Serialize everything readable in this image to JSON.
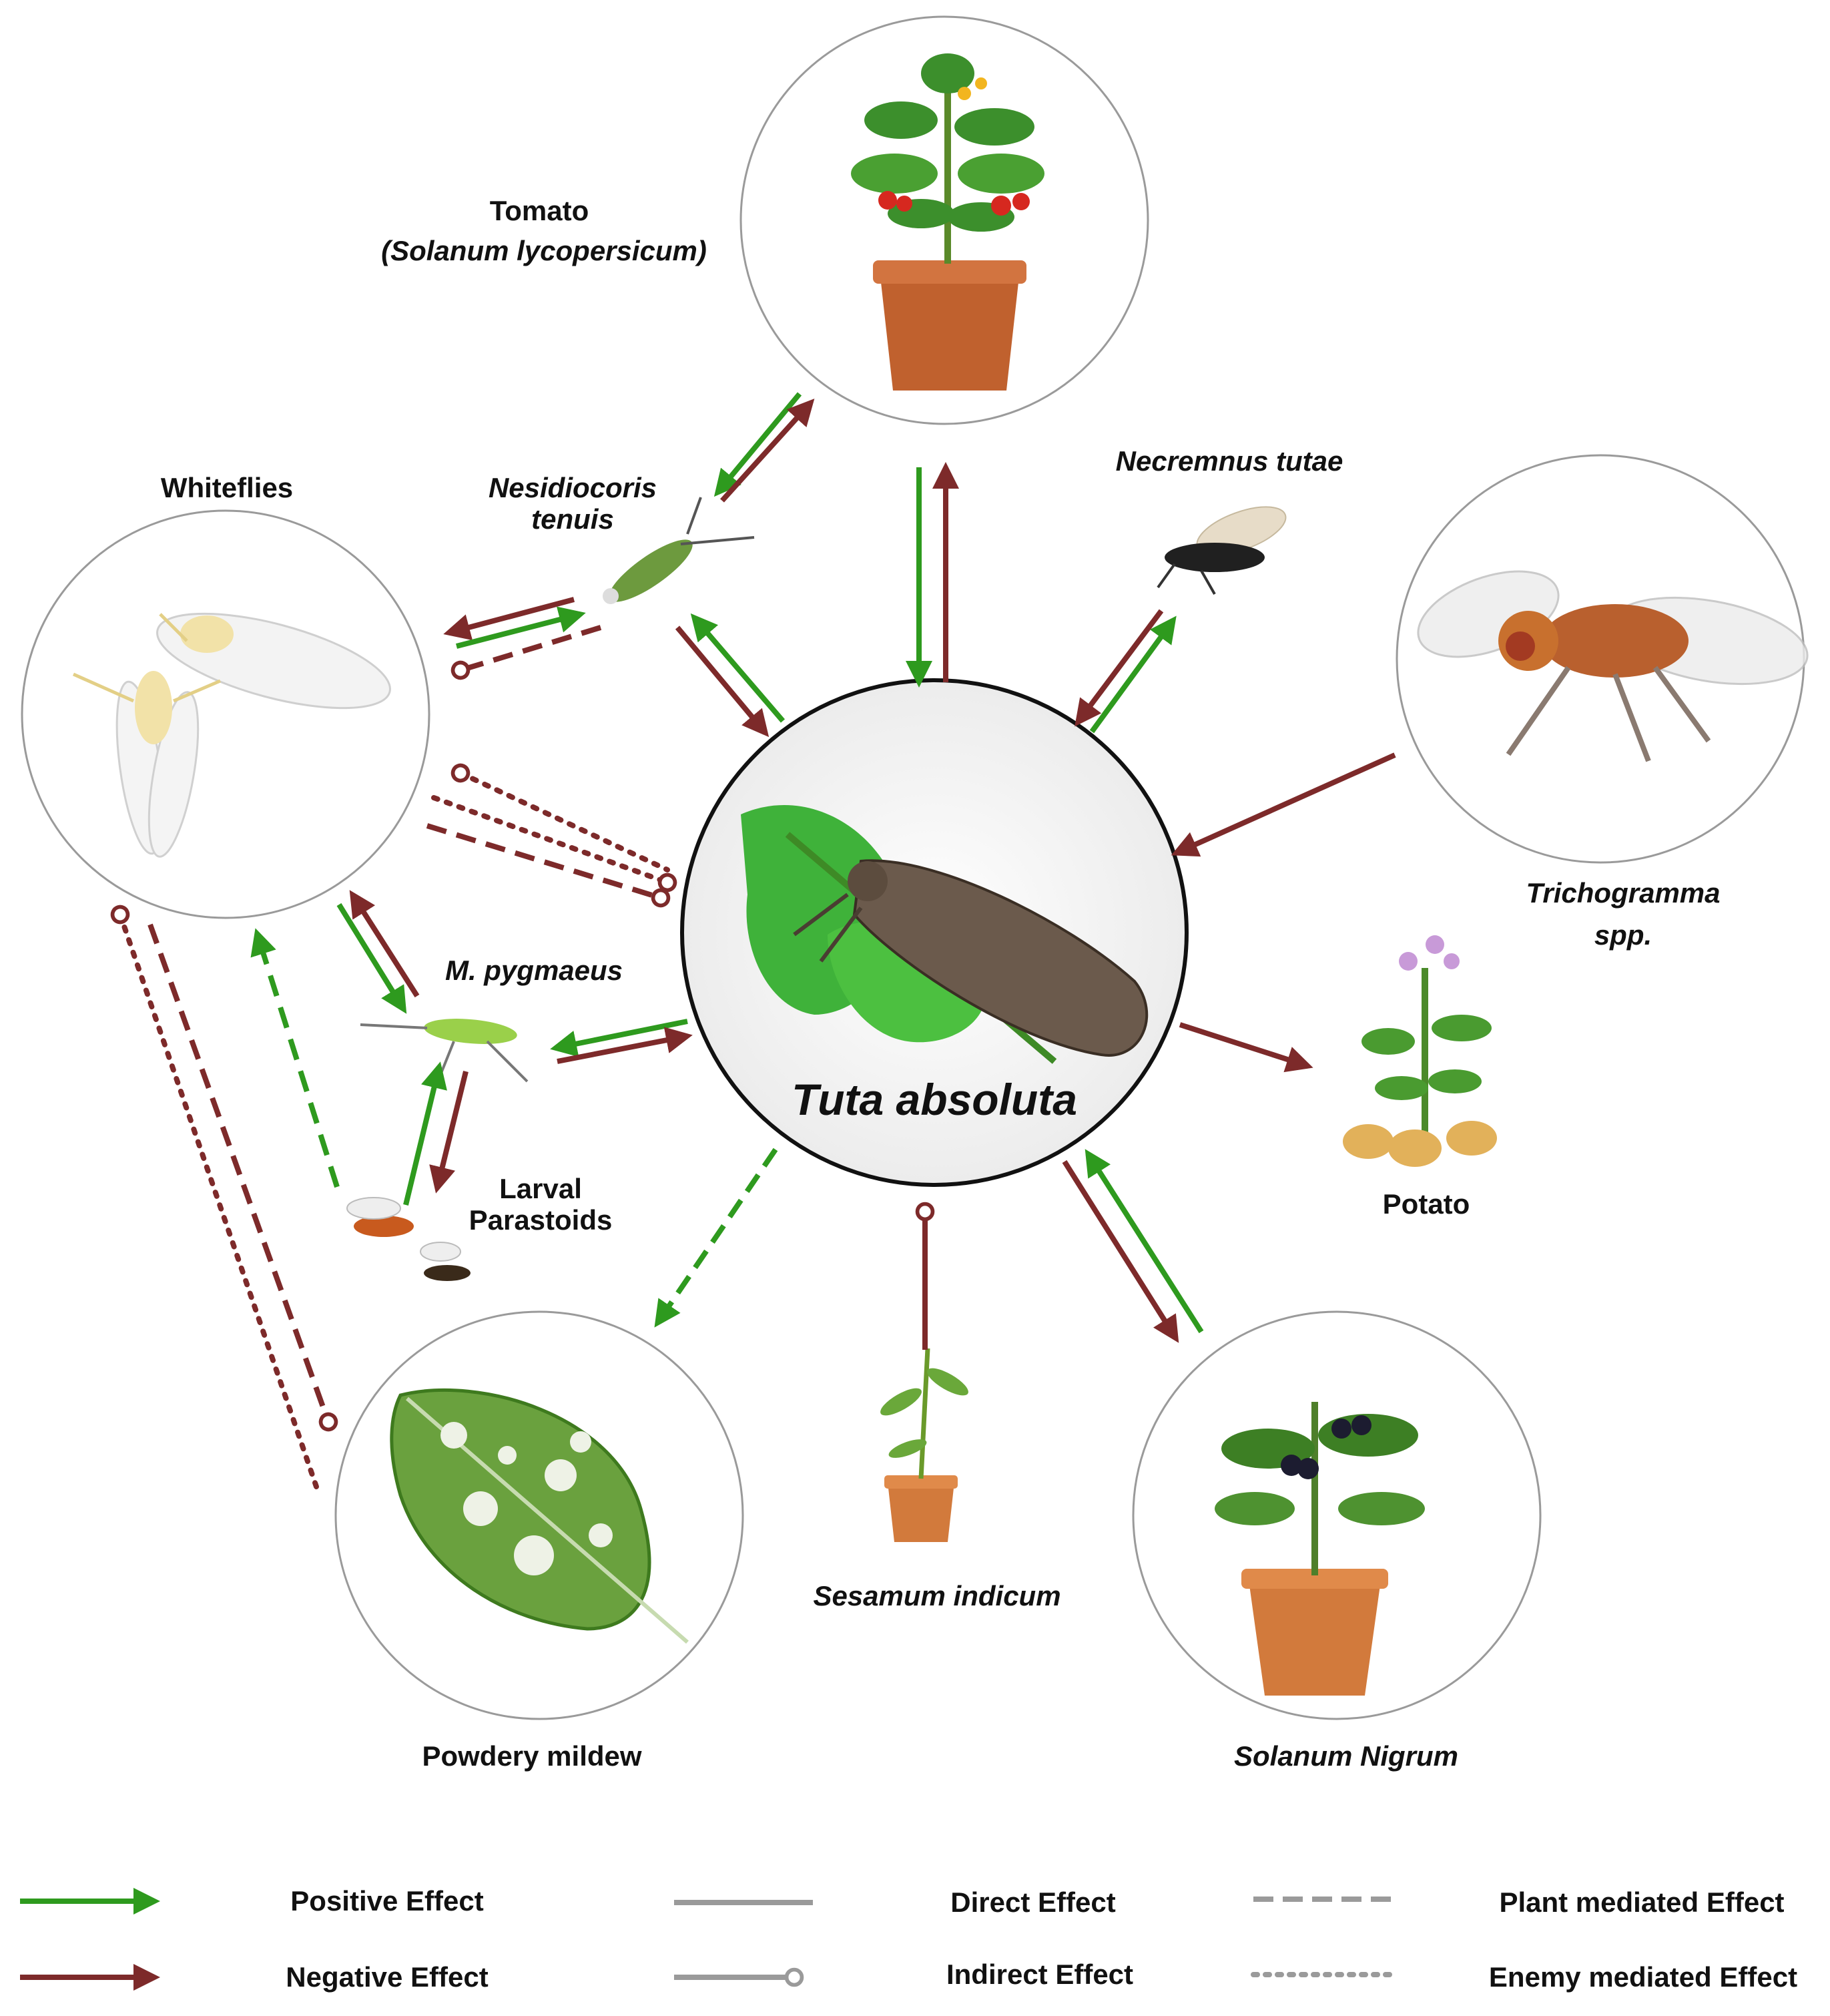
{
  "center": {
    "label": "Tuta absoluta"
  },
  "nodes": {
    "tomato": {
      "label_line1": "Tomato",
      "label_line2": "(Solanum lycopersicum)"
    },
    "whiteflies": {
      "label": "Whiteflies"
    },
    "nesidiocoris": {
      "label_line1": "Nesidiocoris",
      "label_line2": "tenuis"
    },
    "necremnus": {
      "label": "Necremnus tutae"
    },
    "trichogramma": {
      "label_line1": "Trichogramma",
      "label_line2": "spp."
    },
    "pygmaeus": {
      "label": "M. pygmaeus"
    },
    "larval": {
      "label_line1": "Larval",
      "label_line2": "Parastoids"
    },
    "potato": {
      "label": "Potato"
    },
    "sesamum": {
      "label": "Sesamum indicum"
    },
    "powdery": {
      "label": "Powdery mildew"
    },
    "nigrum": {
      "label": "Solanum Nigrum"
    }
  },
  "legend": {
    "positive": "Positive Effect",
    "negative": "Negative Effect",
    "direct": "Direct Effect",
    "indirect": "Indirect Effect",
    "plant_mediated": "Plant mediated Effect",
    "enemy_mediated": "Enemy mediated Effect"
  },
  "colors": {
    "positive": "#2e9a1e",
    "negative": "#7d2a2a",
    "neutral": "#9a9a9a"
  }
}
